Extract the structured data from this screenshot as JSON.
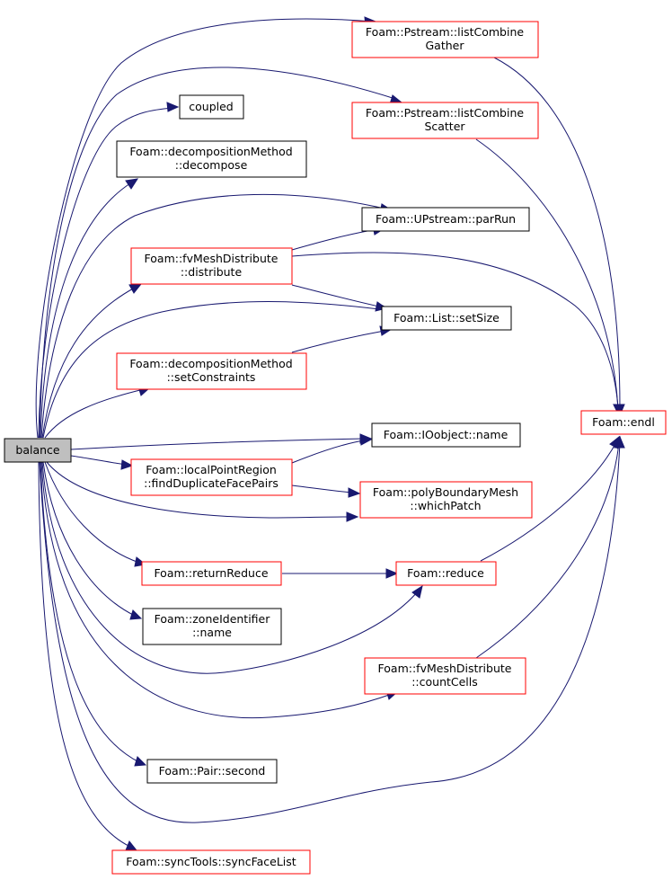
{
  "diagram": {
    "edge_color": "#191970",
    "root_fill": "#bfbfbf",
    "linked_border": "#ff0000",
    "plain_border": "#000000",
    "nodes": [
      {
        "id": "balance",
        "lines": [
          "balance"
        ],
        "style": "root"
      },
      {
        "id": "lcg",
        "lines": [
          "Foam::Pstream::listCombine",
          "Gather"
        ],
        "style": "red"
      },
      {
        "id": "coupled",
        "lines": [
          "coupled"
        ],
        "style": "black"
      },
      {
        "id": "lcs",
        "lines": [
          "Foam::Pstream::listCombine",
          "Scatter"
        ],
        "style": "red"
      },
      {
        "id": "decompose",
        "lines": [
          "Foam::decompositionMethod",
          "::decompose"
        ],
        "style": "black"
      },
      {
        "id": "parRun",
        "lines": [
          "Foam::UPstream::parRun"
        ],
        "style": "black"
      },
      {
        "id": "distribute",
        "lines": [
          "Foam::fvMeshDistribute",
          "::distribute"
        ],
        "style": "red"
      },
      {
        "id": "setSize",
        "lines": [
          "Foam::List::setSize"
        ],
        "style": "black"
      },
      {
        "id": "setConstraints",
        "lines": [
          "Foam::decompositionMethod",
          "::setConstraints"
        ],
        "style": "red"
      },
      {
        "id": "endl",
        "lines": [
          "Foam::endl"
        ],
        "style": "red"
      },
      {
        "id": "ioname",
        "lines": [
          "Foam::IOobject::name"
        ],
        "style": "black"
      },
      {
        "id": "fdfp",
        "lines": [
          "Foam::localPointRegion",
          "::findDuplicateFacePairs"
        ],
        "style": "red"
      },
      {
        "id": "whichPatch",
        "lines": [
          "Foam::polyBoundaryMesh",
          "::whichPatch"
        ],
        "style": "red"
      },
      {
        "id": "returnReduce",
        "lines": [
          "Foam::returnReduce"
        ],
        "style": "red"
      },
      {
        "id": "reduce",
        "lines": [
          "Foam::reduce"
        ],
        "style": "red"
      },
      {
        "id": "zoneName",
        "lines": [
          "Foam::zoneIdentifier",
          "::name"
        ],
        "style": "black"
      },
      {
        "id": "countCells",
        "lines": [
          "Foam::fvMeshDistribute",
          "::countCells"
        ],
        "style": "red"
      },
      {
        "id": "second",
        "lines": [
          "Foam::Pair::second"
        ],
        "style": "black"
      },
      {
        "id": "syncFaceList",
        "lines": [
          "Foam::syncTools::syncFaceList"
        ],
        "style": "red"
      }
    ],
    "edges": [
      [
        "balance",
        "lcg"
      ],
      [
        "balance",
        "coupled"
      ],
      [
        "balance",
        "lcs"
      ],
      [
        "balance",
        "decompose"
      ],
      [
        "balance",
        "parRun"
      ],
      [
        "balance",
        "distribute"
      ],
      [
        "balance",
        "setSize"
      ],
      [
        "balance",
        "setConstraints"
      ],
      [
        "balance",
        "endl"
      ],
      [
        "balance",
        "ioname"
      ],
      [
        "balance",
        "fdfp"
      ],
      [
        "balance",
        "whichPatch"
      ],
      [
        "balance",
        "returnReduce"
      ],
      [
        "balance",
        "reduce"
      ],
      [
        "balance",
        "zoneName"
      ],
      [
        "balance",
        "countCells"
      ],
      [
        "balance",
        "second"
      ],
      [
        "balance",
        "syncFaceList"
      ],
      [
        "lcg",
        "endl"
      ],
      [
        "lcs",
        "endl"
      ],
      [
        "distribute",
        "parRun"
      ],
      [
        "distribute",
        "setSize"
      ],
      [
        "distribute",
        "endl"
      ],
      [
        "setConstraints",
        "setSize"
      ],
      [
        "fdfp",
        "ioname"
      ],
      [
        "fdfp",
        "whichPatch"
      ],
      [
        "returnReduce",
        "reduce"
      ],
      [
        "reduce",
        "endl"
      ],
      [
        "countCells",
        "endl"
      ]
    ]
  }
}
